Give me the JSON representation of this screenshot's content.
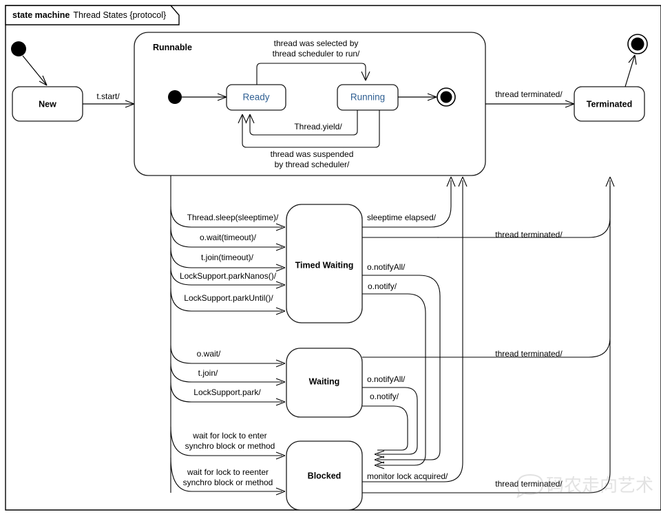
{
  "diagram": {
    "kind_keyword": "state machine",
    "title": "Thread States {protocol}",
    "type": "uml-state-machine"
  },
  "states": {
    "new": {
      "label": "New"
    },
    "terminated": {
      "label": "Terminated"
    },
    "runnable": {
      "label": "Runnable"
    },
    "ready": {
      "label": "Ready"
    },
    "running": {
      "label": "Running"
    },
    "timed_waiting": {
      "label": "Timed Waiting"
    },
    "waiting": {
      "label": "Waiting"
    },
    "blocked": {
      "label": "Blocked"
    }
  },
  "pseudostates": {
    "initial_top": "initial-node",
    "initial_runnable": "initial-node",
    "final_runnable": "final-node",
    "final_top": "final-node"
  },
  "transitions": {
    "start": "t.start/",
    "selected_by_scheduler": "thread was selected by",
    "selected_by_scheduler_2": "thread scheduler to run/",
    "yield": "Thread.yield/",
    "suspended": "thread was suspended",
    "suspended_2": "by thread scheduler/",
    "sleep": "Thread.sleep(sleeptime)/",
    "wait_timeout": "o.wait(timeout)/",
    "join_timeout": "t.join(timeout)/",
    "park_nanos": "LockSupport.parkNanos()/",
    "park_until": "LockSupport.parkUntil()/",
    "sleeptime_elapsed": "sleeptime elapsed/",
    "notify_all_timed": "o.notifyAll/",
    "notify_timed": "o.notify/",
    "wait": "o.wait/",
    "join": "t.join/",
    "park": "LockSupport.park/",
    "notify_all_waiting": "o.notifyAll/",
    "notify_waiting": "o.notify/",
    "lock_enter_1": "wait for lock to enter",
    "lock_enter_2": "synchro block or method",
    "lock_reenter_1": "wait for lock to reenter",
    "lock_reenter_2": "synchro block or method",
    "monitor_acquired": "monitor lock acquired/",
    "terminated_top": "thread terminated/",
    "terminated_timed": "thread terminated/",
    "terminated_waiting": "thread terminated/",
    "terminated_blocked": "thread terminated/"
  },
  "watermark": {
    "text": "码农走向艺术"
  },
  "colors": {
    "blue_state_text": "#2f5f92",
    "stroke": "#000000",
    "background": "#ffffff"
  }
}
